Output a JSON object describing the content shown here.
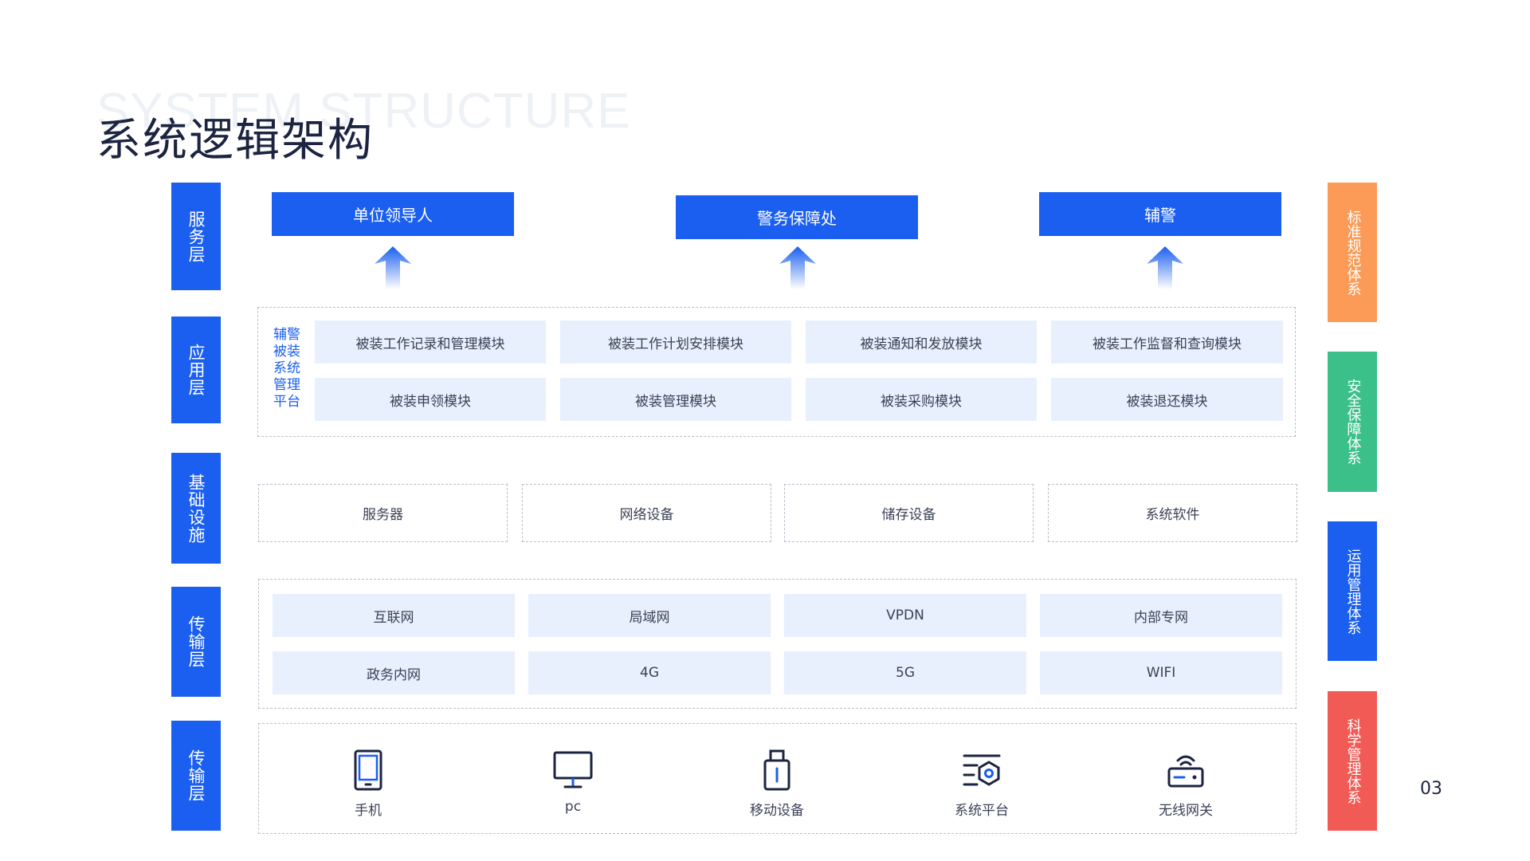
{
  "title": "系统逻辑架构",
  "title_bg": "SYSTEM STRUCTURE",
  "page_number": "03",
  "left_layers": [
    "服务层",
    "应用层",
    "基础设施",
    "传输层",
    "传输层"
  ],
  "right_systems": [
    {
      "label": "标准规范体系",
      "color": "#fb9b57"
    },
    {
      "label": "安全保障体系",
      "color": "#3cc08a"
    },
    {
      "label": "运用管理体系",
      "color": "#1a5ff0"
    },
    {
      "label": "科学管理体系",
      "color": "#f25a55"
    }
  ],
  "service_users": [
    "单位领导人",
    "警务保障处",
    "辅警"
  ],
  "platform_label": "辅警被装系统管理平台",
  "app_modules": [
    "被装工作记录和管理模块",
    "被装工作计划安排模块",
    "被装通知和发放模块",
    "被装工作监督和查询模块",
    "被装申领模块",
    "被装管理模块",
    "被装采购模块",
    "被装退还模块"
  ],
  "infrastructure": [
    "服务器",
    "网络设备",
    "储存设备",
    "系统软件"
  ],
  "networks": [
    "互联网",
    "局域网",
    "VPDN",
    "内部专网",
    "政务内网",
    "4G",
    "5G",
    "WIFI"
  ],
  "devices": [
    {
      "label": "手机",
      "icon": "tablet-icon"
    },
    {
      "label": "pc",
      "icon": "monitor-icon"
    },
    {
      "label": "移动设备",
      "icon": "usb-device-icon"
    },
    {
      "label": "系统平台",
      "icon": "settings-platform-icon"
    },
    {
      "label": "无线网关",
      "icon": "router-icon"
    }
  ],
  "colors": {
    "primary": "#1a5ff0",
    "cell_bg": "#e8effd"
  }
}
